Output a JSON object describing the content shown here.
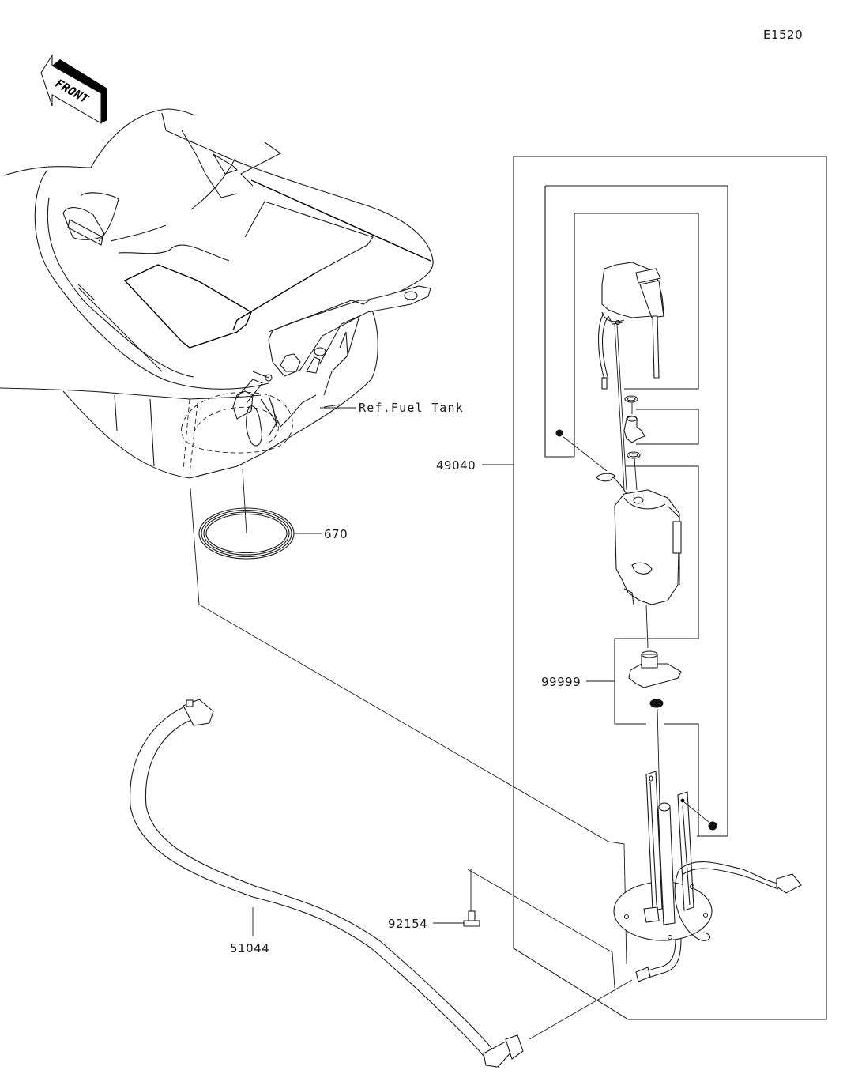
{
  "diagram": {
    "code": "E1520",
    "front_arrow_text": "FRONT",
    "reference_label": "Ref.Fuel Tank",
    "parts": [
      {
        "number": "49040",
        "name": "fuel-pump-assembly"
      },
      {
        "number": "670",
        "name": "o-ring-gasket"
      },
      {
        "number": "99999",
        "name": "filter-component"
      },
      {
        "number": "92154",
        "name": "bolt"
      },
      {
        "number": "51044",
        "name": "fuel-hose"
      }
    ]
  }
}
